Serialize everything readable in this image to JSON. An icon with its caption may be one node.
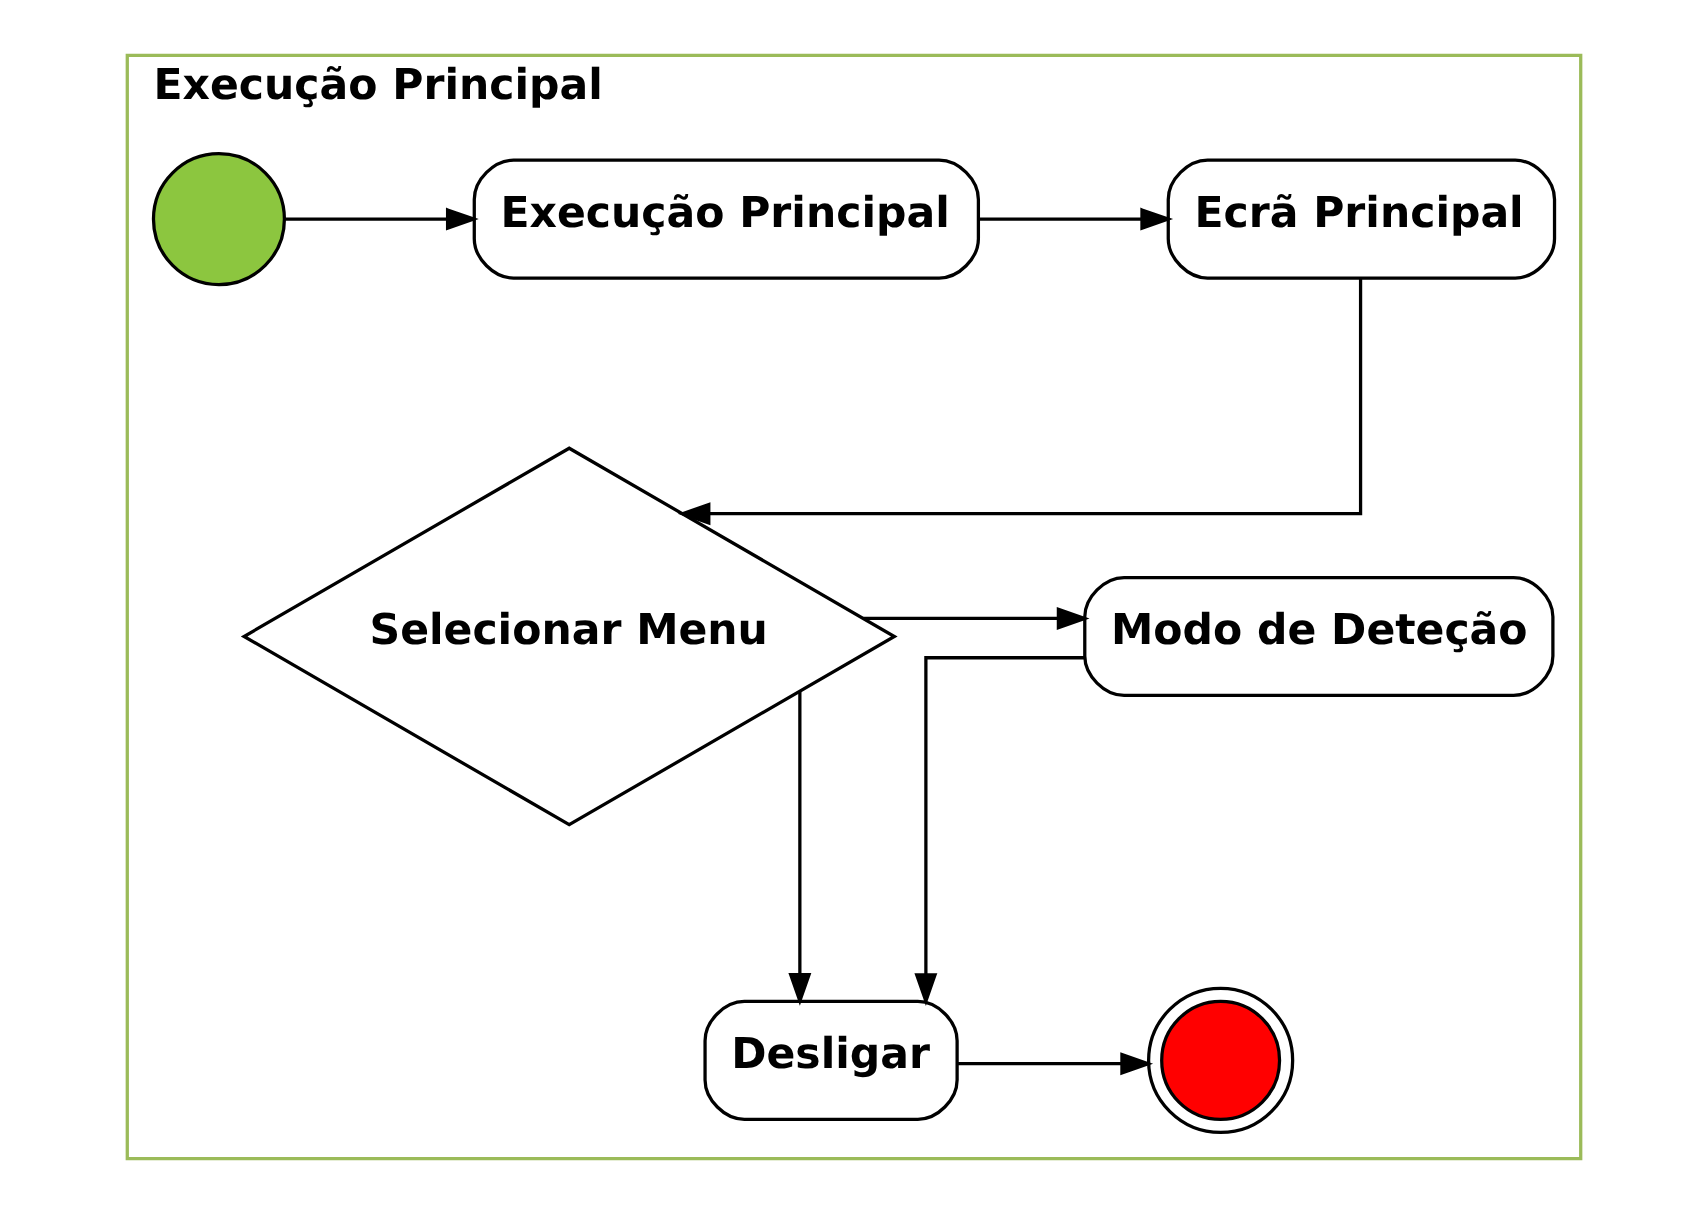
{
  "diagram": {
    "nodes": [
      {
        "text": [
          "Execução Principal"
        ]
      },
      {
        "text": [],
        "shape": "circle",
        "in": 0
      },
      {
        "text": [
          "Execução Principal"
        ],
        "in": 0
      },
      {
        "text": [
          "Ecrã Principal"
        ],
        "in": 0
      },
      {
        "text": [
          "Selecionar Menu"
        ],
        "in": 0
      },
      {
        "text": [
          "Modo de Deteção"
        ],
        "in": 0
      },
      {
        "text": [
          "Desligar"
        ],
        "in": 0
      },
      {
        "text": [],
        "shape": "circle",
        "in": 0
      }
    ],
    "edges": [
      {
        "from": 1,
        "to": 2,
        "arrow": "to"
      },
      {
        "from": 2,
        "to": 3,
        "arrow": "to"
      },
      {
        "from": 3,
        "to": 4,
        "arrow": "to"
      },
      {
        "from": 4,
        "to": 5,
        "arrow": "to"
      },
      {
        "from": 4,
        "to": 6,
        "arrow": "to"
      },
      {
        "from": 5,
        "to": 6,
        "arrow": "to"
      },
      {
        "from": 6,
        "to": 7,
        "arrow": "to"
      }
    ]
  }
}
